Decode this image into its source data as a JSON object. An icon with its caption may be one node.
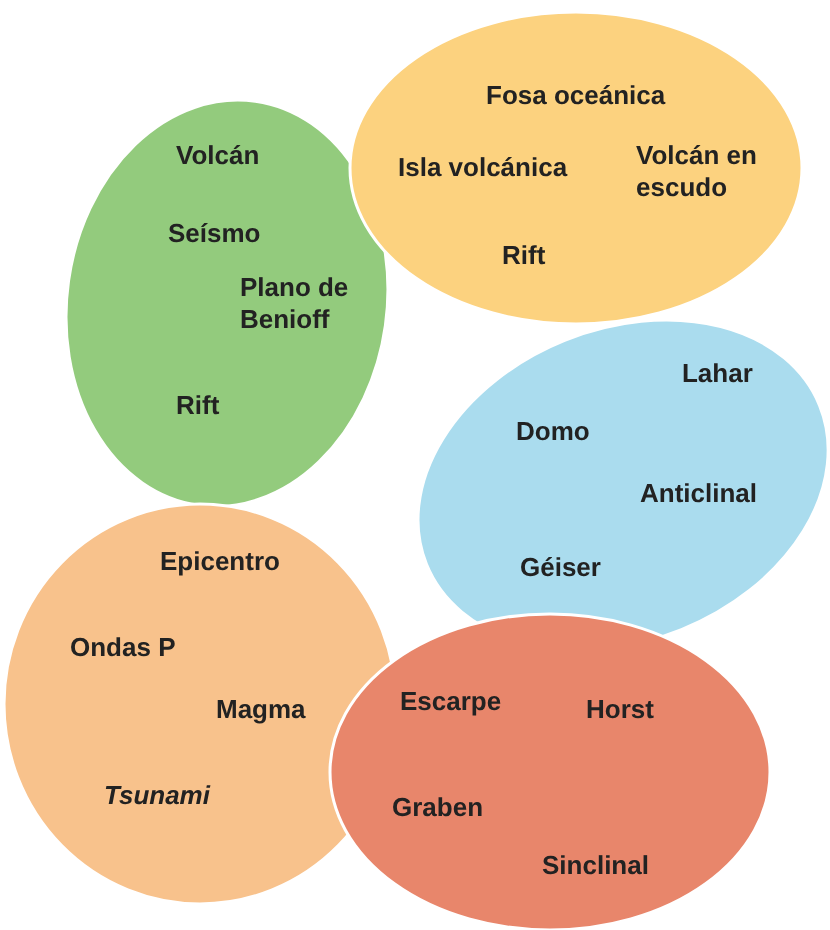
{
  "diagram": {
    "nodes": [
      {
        "text": [
          "Volcán",
          "Seísmo",
          "Plano de Benioff",
          "Rift"
        ]
      },
      {
        "text": [
          "Fosa oceánica",
          "Isla volcánica",
          "Volcán en escudo",
          "Rift"
        ]
      },
      {
        "text": [
          "Epicentro",
          "Ondas P",
          "Magma",
          "Tsunami"
        ]
      },
      {
        "text": [
          "Lahar",
          "Domo",
          "Anticlinal",
          "Géiser"
        ]
      },
      {
        "text": [
          "Escarpe",
          "Horst",
          "Graben",
          "Sinclinal"
        ]
      }
    ]
  }
}
